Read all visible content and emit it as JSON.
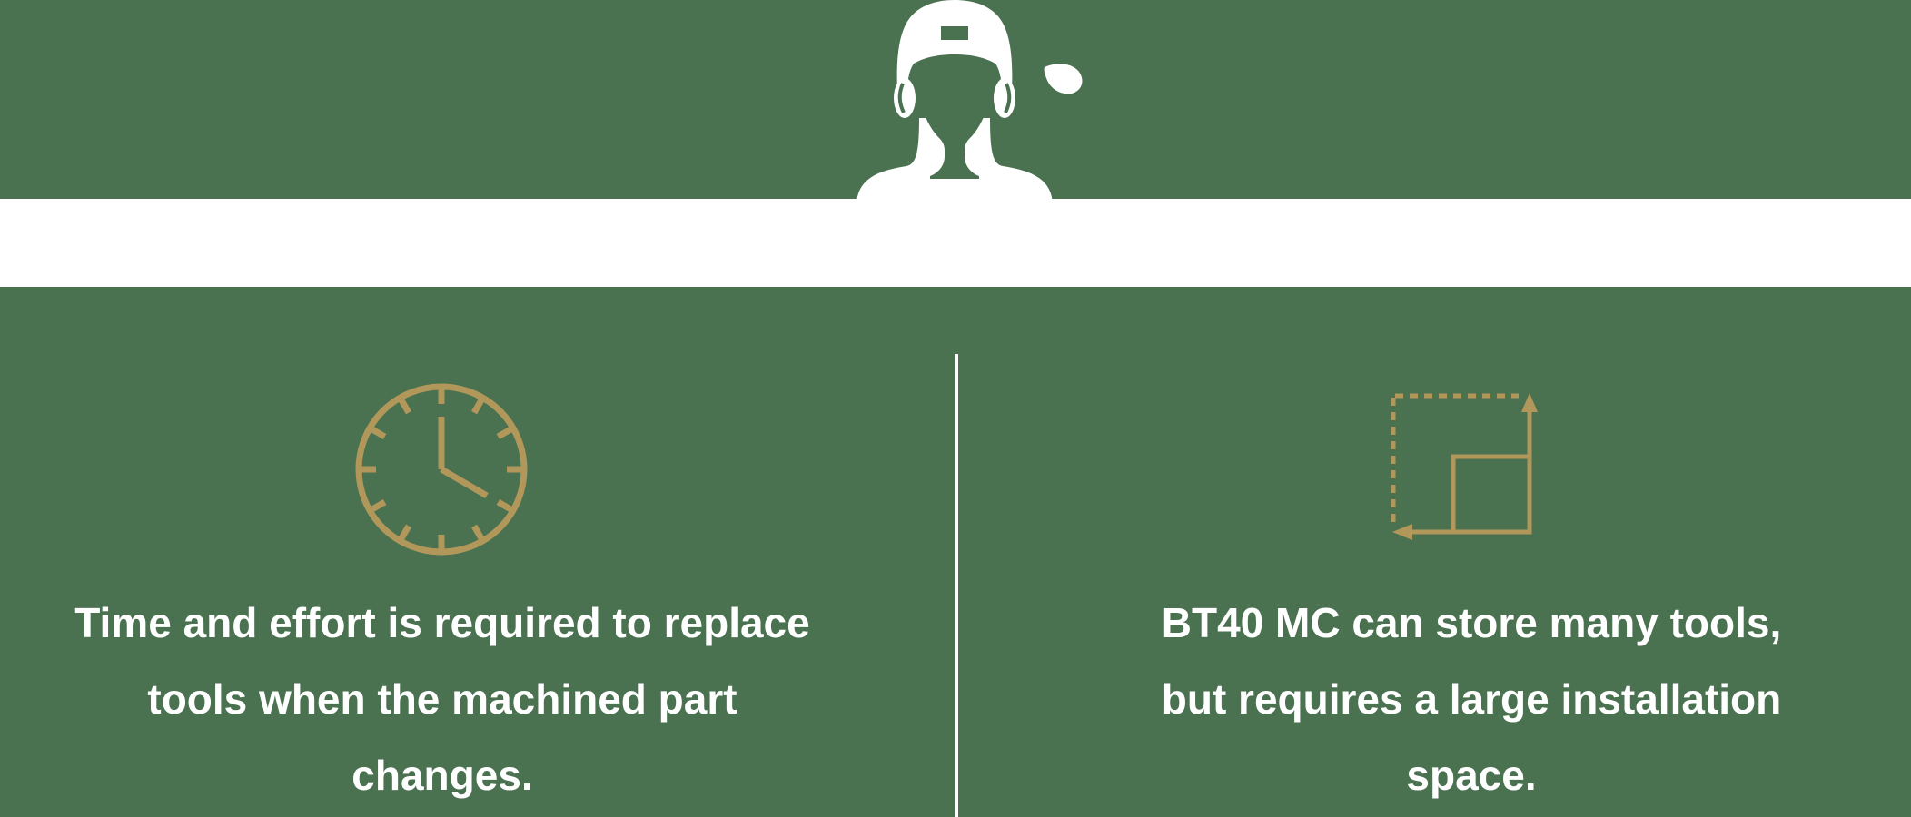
{
  "colors": {
    "background_green": "#4A7150",
    "accent_gold": "#B2975A",
    "panel_white": "#FFFFFF"
  },
  "header": {
    "person_icon": "worker-with-backwards-cap-icon",
    "sweat_drop_icon": "sweat-drop-icon"
  },
  "columns": {
    "left": {
      "icon": "clock-icon",
      "caption_lines": [
        "Time and effort is required to replace",
        "tools when the machined part",
        "changes."
      ]
    },
    "right": {
      "icon": "installation-space-icon",
      "caption_lines": [
        "BT40 MC can store many tools,",
        "but requires a large installation",
        "space."
      ]
    }
  }
}
